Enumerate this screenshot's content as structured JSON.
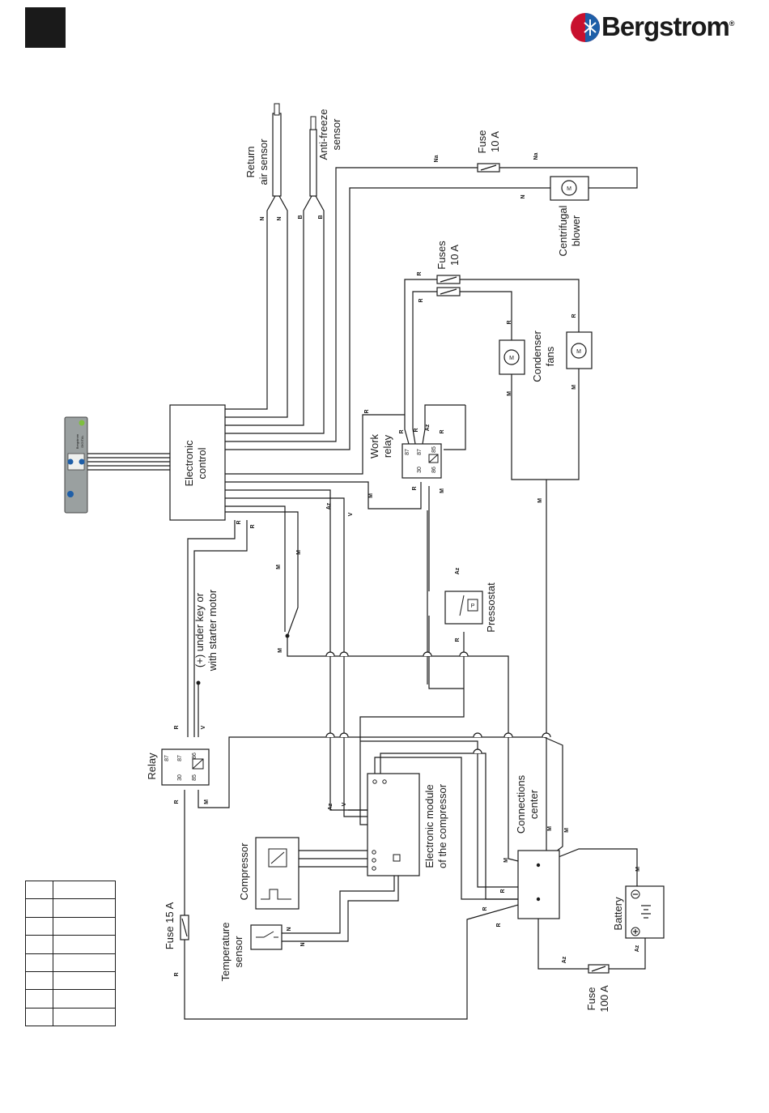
{
  "brand": {
    "name": "Bergstrom",
    "registered": "®"
  },
  "components": {
    "return_air_sensor": [
      "Return",
      "air sensor"
    ],
    "antifreeze_sensor": [
      "Anti-freeze",
      "sensor"
    ],
    "fuse_10a_top": [
      "Fuse",
      "10 A"
    ],
    "centrifugal_blower": [
      "Centrifugal",
      "blower"
    ],
    "fuses_10a": [
      "Fuses",
      "10 A"
    ],
    "condenser_fans": [
      "Condenser",
      "fans"
    ],
    "electronic_control": [
      "Electronic",
      "control"
    ],
    "work_relay": [
      "Work",
      "relay"
    ],
    "pressostat": "Pressostat",
    "key_supply": [
      "(+) under key or",
      "with starter motor"
    ],
    "relay": "Relay",
    "connections_center": [
      "Connections",
      "center"
    ],
    "electronic_module": [
      "Electronic  module",
      "of the compressor"
    ],
    "compressor": "Compressor",
    "temperature_sensor": [
      "Temperature",
      "sensor"
    ],
    "battery": "Battery",
    "fuse_15a": "Fuse 15 A",
    "fuse_100a": [
      "Fuse",
      "100 A"
    ]
  },
  "wire_labels": {
    "N": "N",
    "B": "B",
    "Na": "Na",
    "R": "R",
    "M": "M",
    "Az": "Az",
    "V": "V"
  },
  "relay_pins": {
    "p87": "87",
    "p87a": "87",
    "p86": "86",
    "p30": "30",
    "p85": "85"
  },
  "motor_symbol": "M",
  "pressostat_symbol": "P",
  "panel_text": {
    "brand": "Bergstrom",
    "model": "DIGITAL"
  },
  "legend_rows": 8
}
